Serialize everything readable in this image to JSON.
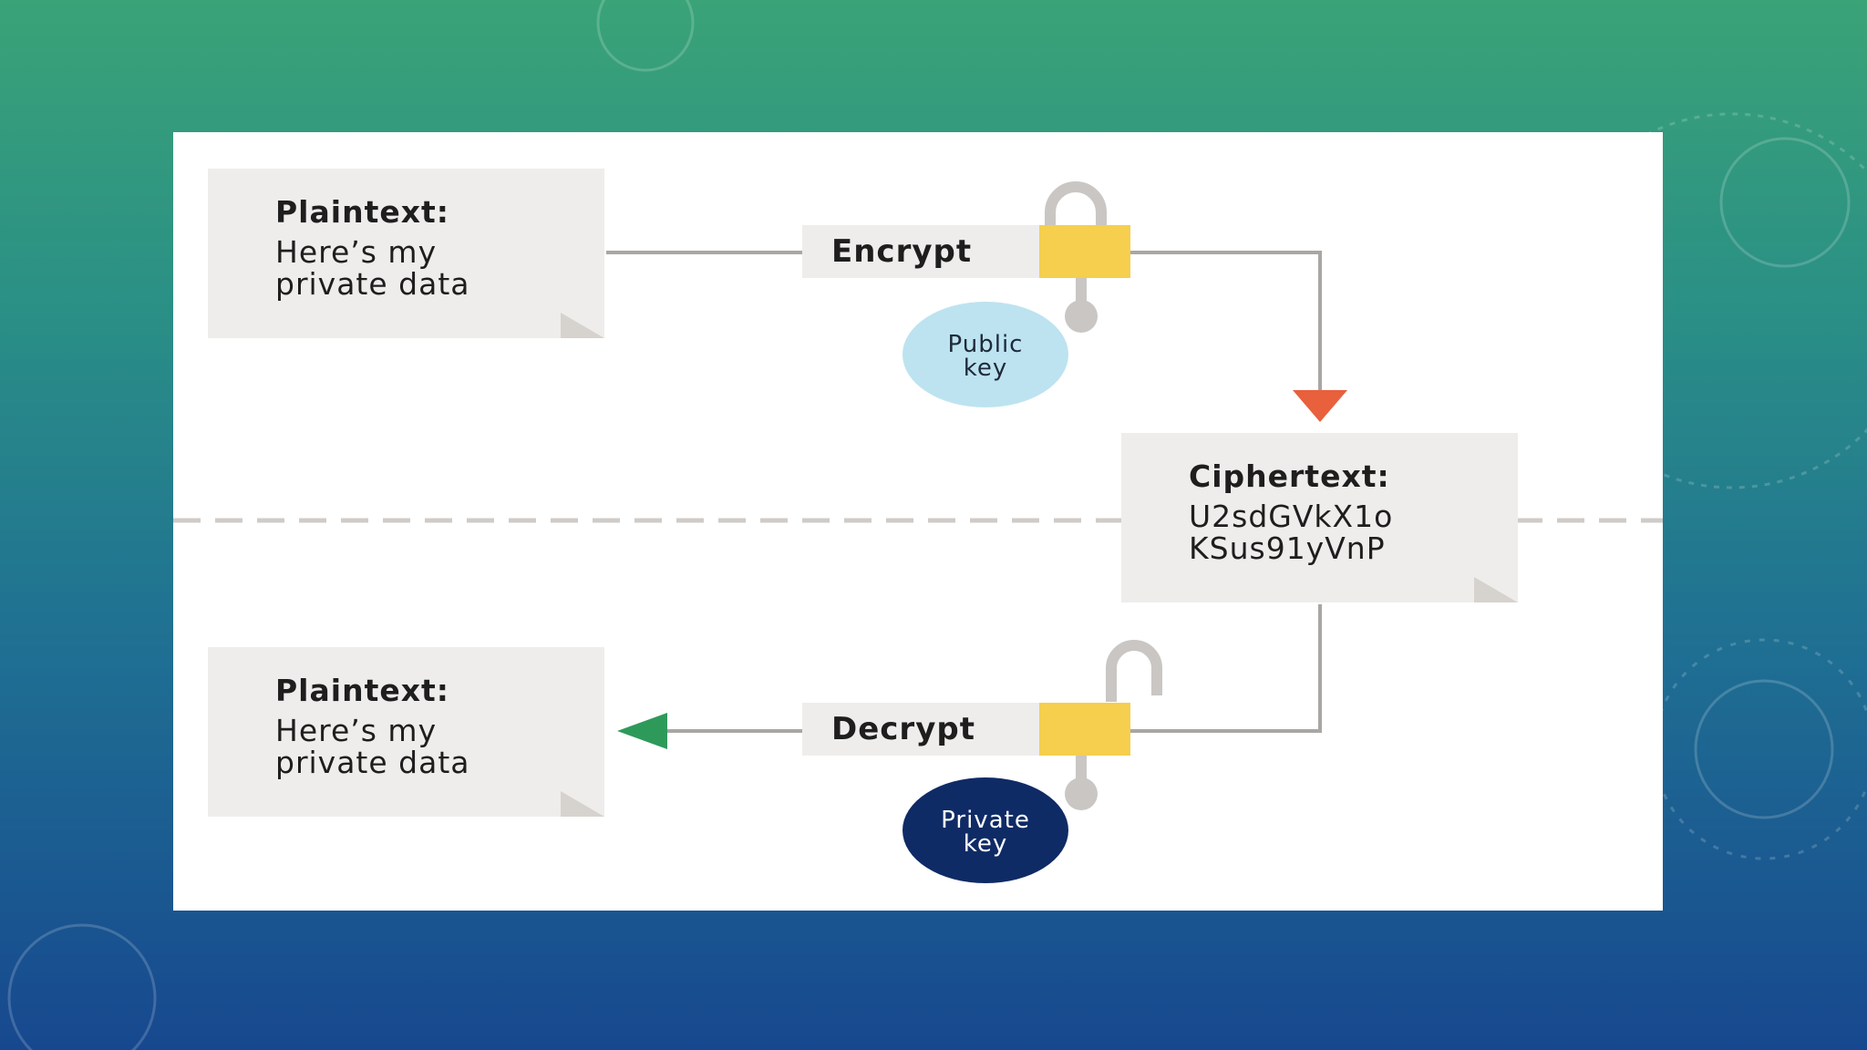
{
  "diagram": {
    "top_note": {
      "title": "Plaintext:",
      "line1": "Here’s my",
      "line2": "private data"
    },
    "encrypt": {
      "label": "Encrypt"
    },
    "public_key": {
      "line1": "Public",
      "line2": "key"
    },
    "cipher_note": {
      "title": "Ciphertext:",
      "line1": "U2sdGVkX1o",
      "line2": "KSus91yVnP"
    },
    "decrypt": {
      "label": "Decrypt"
    },
    "private_key": {
      "line1": "Private",
      "line2": "key"
    },
    "bottom_note": {
      "title": "Plaintext:",
      "line1": "Here’s my",
      "line2": "private data"
    }
  },
  "colors": {
    "note_bg": "#efedeb",
    "lock_yellow": "#f5cf4d",
    "connector": "#a9a6a3",
    "arrow_down": "#e8603c",
    "arrow_left": "#2e9a5a",
    "public_key_fill": "#bde3f0",
    "private_key_fill": "#0f2b66"
  }
}
